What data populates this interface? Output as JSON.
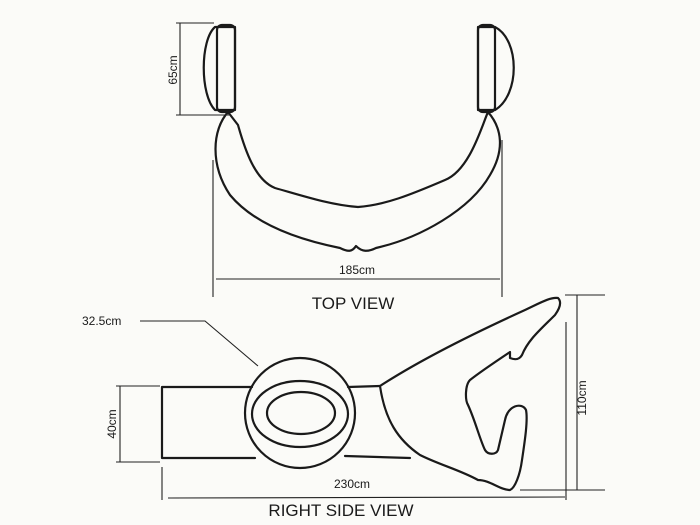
{
  "top_view": {
    "title": "TOP VIEW",
    "depth_label": "65cm",
    "width_label": "185cm"
  },
  "side_view": {
    "title": "RIGHT SIDE VIEW",
    "wheel_label": "32.5cm",
    "height_label": "40cm",
    "total_height_label": "110cm",
    "length_label": "230cm"
  }
}
